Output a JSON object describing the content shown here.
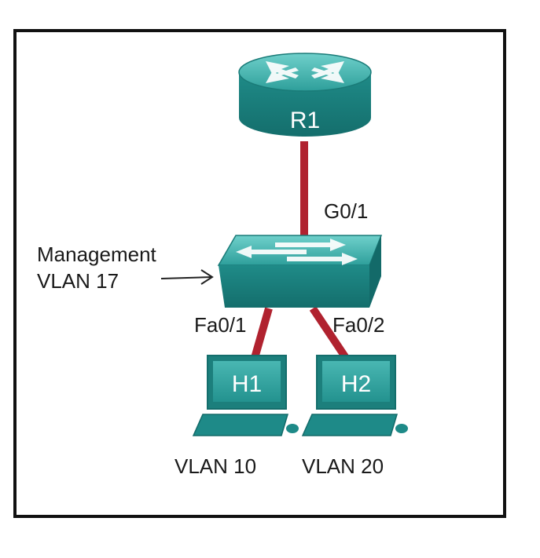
{
  "router": {
    "label": "R1"
  },
  "switch": {
    "label": ""
  },
  "hosts": [
    {
      "label": "H1",
      "vlan_label": "VLAN 10"
    },
    {
      "label": "H2",
      "vlan_label": "VLAN 20"
    }
  ],
  "interfaces": {
    "router_link": "G0/1",
    "h1_link": "Fa0/1",
    "h2_link": "Fa0/2"
  },
  "annotation": {
    "line1": "Management",
    "line2": "VLAN 17"
  },
  "colors": {
    "device_teal": "#1e8a88",
    "device_teal_dark": "#136a69",
    "device_teal_light": "#5cc6c2",
    "link_red": "#b0222f",
    "frame": "#111111"
  }
}
